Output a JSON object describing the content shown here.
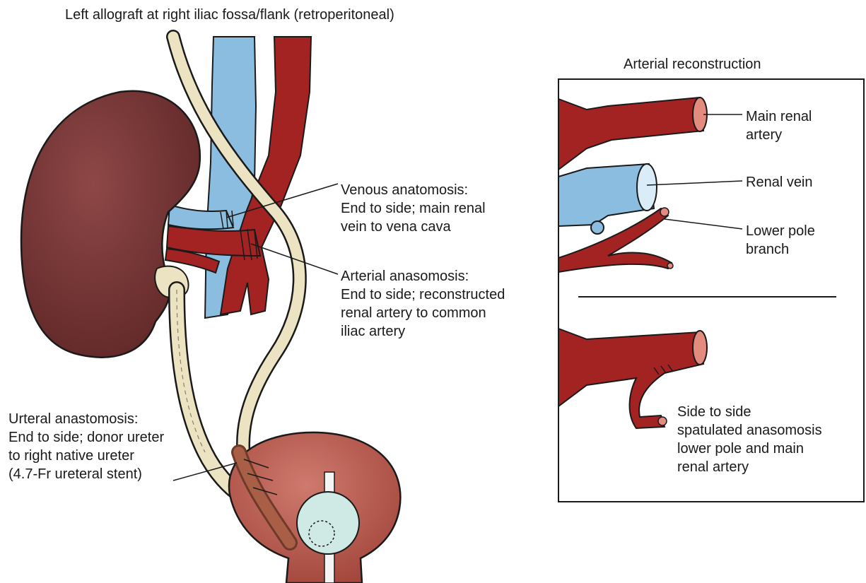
{
  "title": "Left allograft at right iliac fossa/flank (retroperitoneal)",
  "venous": {
    "l1": "Venous anatomosis:",
    "l2": "End to side; main renal",
    "l3": "vein to vena cava"
  },
  "arterial": {
    "l1": "Arterial anasomosis:",
    "l2": "End to side; reconstructed",
    "l3": "renal artery to common",
    "l4": "iliac artery"
  },
  "ureteral": {
    "l1": "Urteral anastomosis:",
    "l2": "End to side; donor ureter",
    "l3": "to right native ureter",
    "l4": "(4.7-Fr ureteral stent)"
  },
  "inset": {
    "title": "Arterial reconstruction",
    "main_artery": {
      "l1": "Main renal",
      "l2": "artery"
    },
    "renal_vein": "Renal vein",
    "lower_pole": {
      "l1": "Lower pole",
      "l2": "branch"
    },
    "side_to_side": {
      "l1": "Side to side",
      "l2": "spatulated anasomosis",
      "l3": "lower pole and main",
      "l4": "renal artery"
    }
  },
  "colors": {
    "artery": "#a32323",
    "vein": "#8bbde0",
    "kidney": "#7a3636",
    "ureter": "#ece3c2",
    "bladder": "#b8594e",
    "balloon": "#cfeae4",
    "outline": "#1a1a1a"
  }
}
